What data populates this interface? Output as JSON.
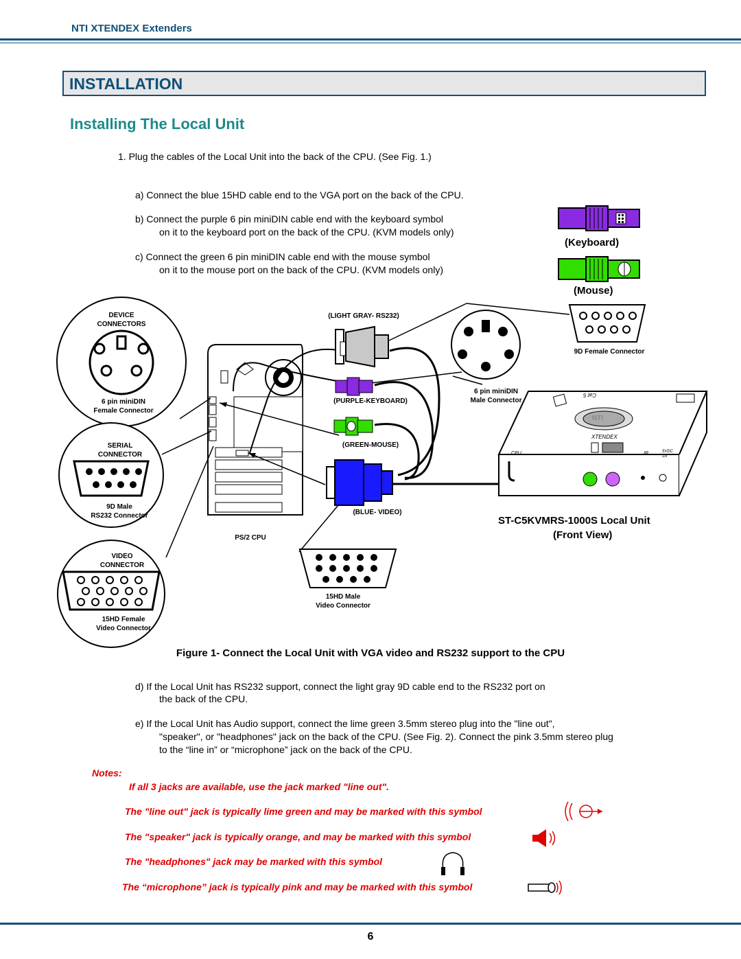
{
  "header": {
    "title": "NTI XTENDEX Extenders"
  },
  "section": {
    "title": "INSTALLATION"
  },
  "subsection": {
    "title": "Installing The Local Unit"
  },
  "steps": {
    "step1": "1.  Plug the cables of the Local Unit into the back of the CPU.  (See Fig. 1.)",
    "a": "a)   Connect the blue 15HD cable end to the VGA port on the back of the CPU.",
    "b_line1": "b)   Connect the purple 6 pin miniDIN cable end with the keyboard symbol",
    "b_line2": "on it to the keyboard port on the back of the CPU.    (KVM models only)",
    "c_line1": "c)   Connect the green 6 pin miniDIN cable end with the mouse symbol",
    "c_line2": "on it to the mouse port on the back of the CPU.  (KVM models only)",
    "d_line1": "d)   If the Local Unit has RS232 support, connect the light gray 9D cable end to the RS232 port on",
    "d_line2": "the back of the CPU.",
    "e_line1": "e)   If the Local Unit has Audio support, connect the lime green 3.5mm stereo plug into the \"line out\",",
    "e_line2": "\"speaker\", or \"headphones\" jack on the back of the CPU.  (See Fig. 2).     Connect the pink 3.5mm stereo plug",
    "e_line3": "to the “line in” or “microphone” jack on the back of the CPU."
  },
  "figure": {
    "keyboard_label": "(Keyboard)",
    "mouse_label": "(Mouse)",
    "device_connectors": [
      "DEVICE",
      "CONNECTORS"
    ],
    "minidin_female": [
      "6 pin miniDIN",
      "Female Connector"
    ],
    "serial_connector": [
      "SERIAL",
      "CONNECTOR"
    ],
    "rs232_connector": [
      "9D Male",
      "RS232 Connector"
    ],
    "video_connector": [
      "VIDEO",
      "CONNECTOR"
    ],
    "hd15_female": [
      "15HD Female",
      "Video Connector"
    ],
    "light_gray": "(LIGHT GRAY- RS232)",
    "purple_keyboard": "(PURPLE-KEYBOARD)",
    "green_mouse": "(GREEN-MOUSE)",
    "blue_video": "(BLUE- VIDEO)",
    "ps2_cpu": "PS/2 CPU",
    "minidin_male": [
      "6 pin miniDIN",
      "Male Connector"
    ],
    "d9_female": "9D Female Connector",
    "hd15_male": [
      "15HD Male",
      "Video Connector"
    ],
    "unit_title": "ST-C5KVMRS-1000S Local Unit",
    "unit_subtitle": "(Front View)",
    "unit_brand": "XTENDEX",
    "unit_logo": "NTI",
    "unit_port_cpu": "CPU",
    "unit_port_ir": "IR",
    "unit_port_power": "5VDC 1A",
    "unit_cat5": "Cat 5",
    "caption": "Figure 1- Connect the Local Unit with VGA video and RS232 support to the CPU"
  },
  "notes": {
    "title": "Notes:",
    "n1": "If all 3 jacks are available, use the jack marked \"line out\".",
    "n2": "The \"line out\" jack is typically lime green and may be marked with this symbol",
    "n3": "The \"speaker\" jack is typically orange, and may be marked with this symbol",
    "n4": "The \"headphones\" jack may be marked with this symbol",
    "n5": "The “microphone” jack is typically pink and may be marked with this symbol"
  },
  "footer": {
    "page_number": "6"
  },
  "colors": {
    "brand": "#10507a",
    "subheading": "#1c8a8a",
    "notes": "#e00000",
    "keyboard_purple": "#8a2be2",
    "mouse_green": "#33dd00",
    "video_blue": "#1a1aff",
    "light_gray": "#c8c8c8"
  }
}
